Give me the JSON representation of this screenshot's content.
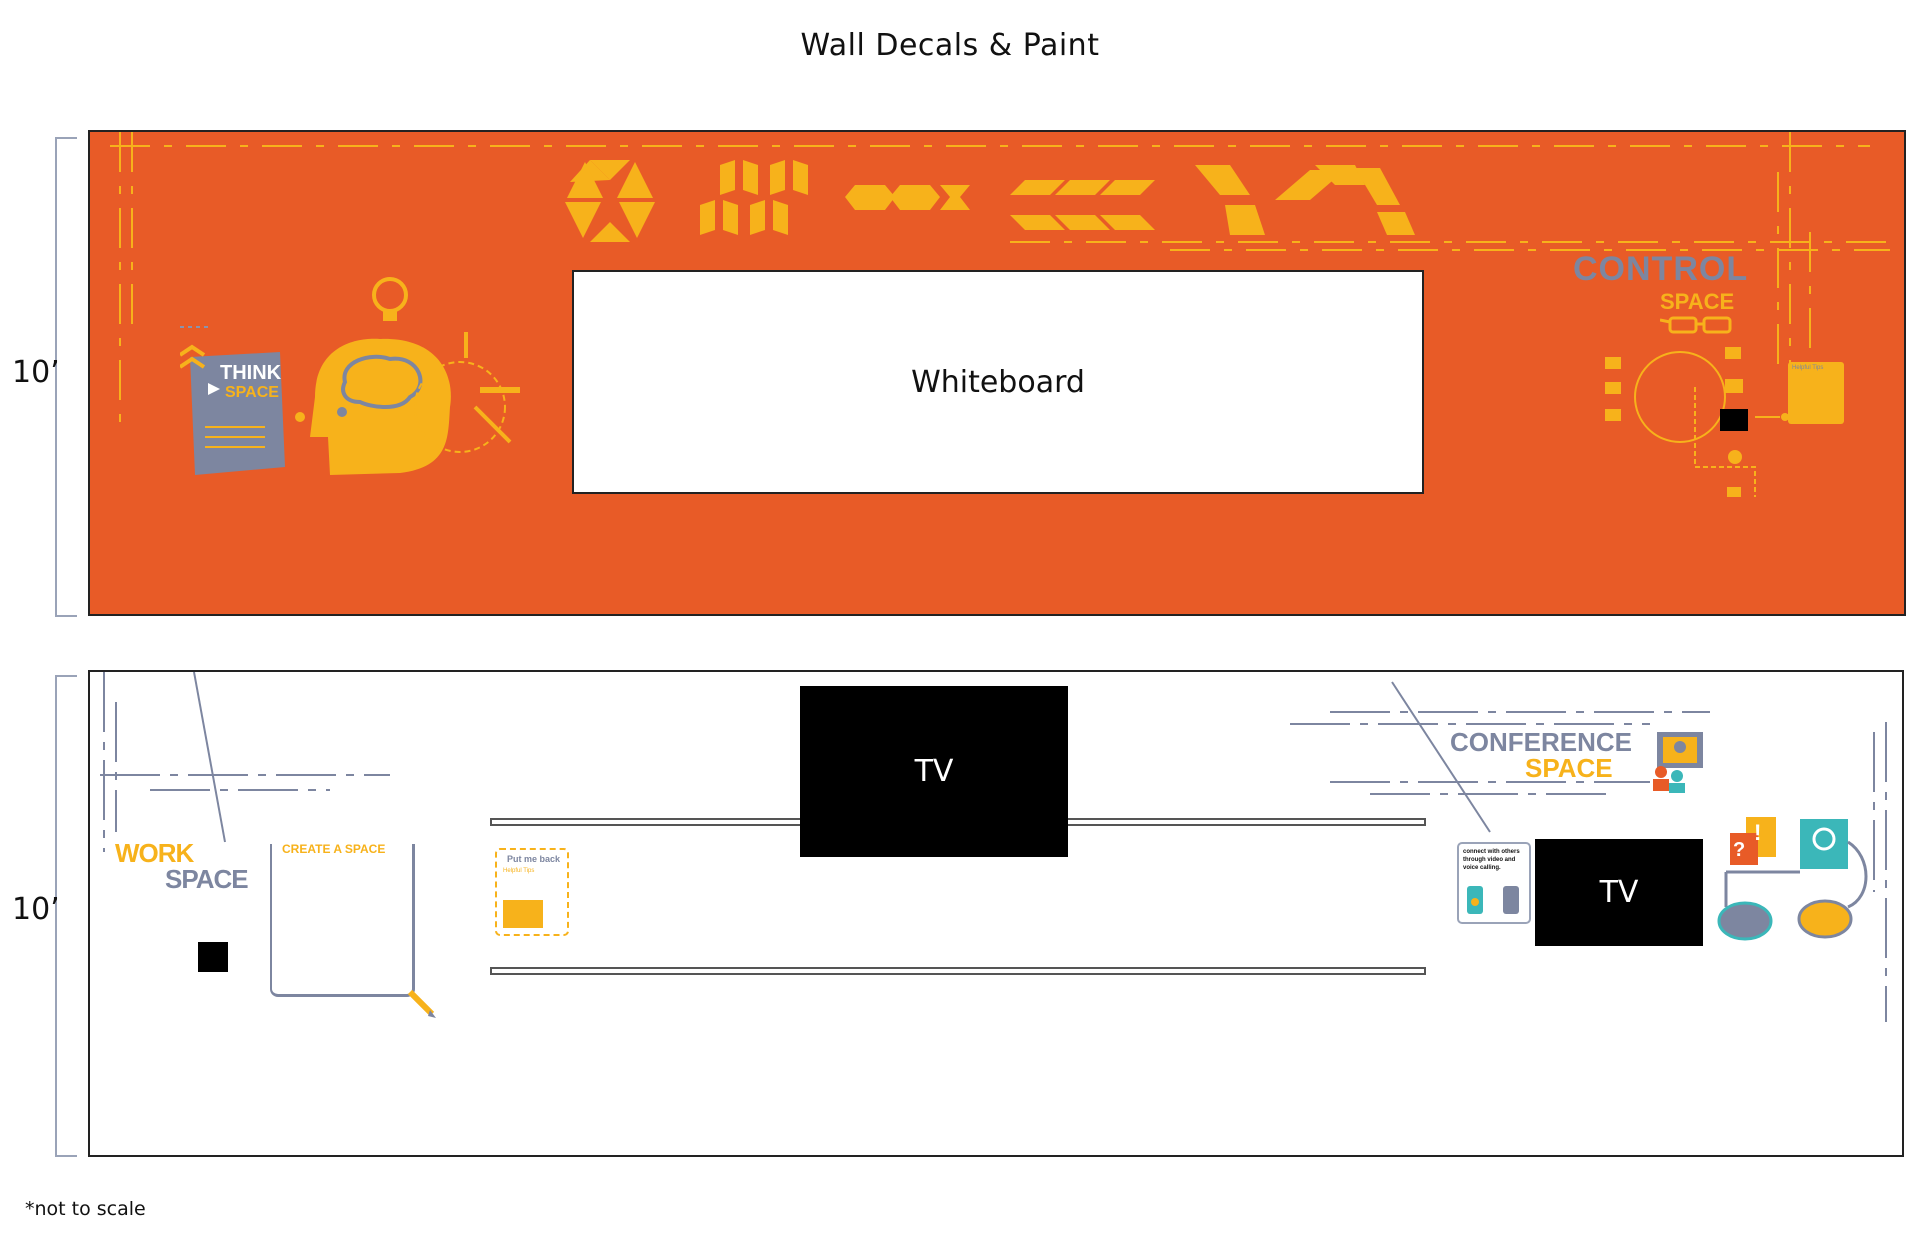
{
  "page": {
    "title": "Wall Decals & Paint",
    "footnote": "*not to scale"
  },
  "dimensions": {
    "top_wall_height": "10’",
    "bottom_wall_height": "10’"
  },
  "colors": {
    "orange_paint": "#e85b27",
    "accent_yellow": "#f7b21b",
    "slate": "#7d86a0",
    "teal": "#3bb7b9",
    "black": "#000000"
  },
  "top_wall": {
    "whiteboard_label": "Whiteboard",
    "think_space": {
      "line1": "THINK",
      "line2": "SPACE"
    },
    "control_space": {
      "line1": "CONTROL",
      "line2": "SPACE",
      "tips_title": "Helpful Tips"
    }
  },
  "bottom_wall": {
    "tv_main_label": "TV",
    "tv_side_label": "TV",
    "work_space": {
      "line1": "WORK",
      "line2": "SPACE"
    },
    "create_a_space": "CREATE A SPACE",
    "put_me_back": {
      "title": "Put me back",
      "subtitle": "Helpful Tips"
    },
    "conference_space": {
      "line1": "CONFERENCE",
      "line2": "SPACE"
    },
    "connect_card": {
      "text_line1": "connect with others",
      "text_line2": "through video and",
      "text_line3": "voice calling."
    },
    "question_badge": "?",
    "exclaim_badge": "!"
  }
}
